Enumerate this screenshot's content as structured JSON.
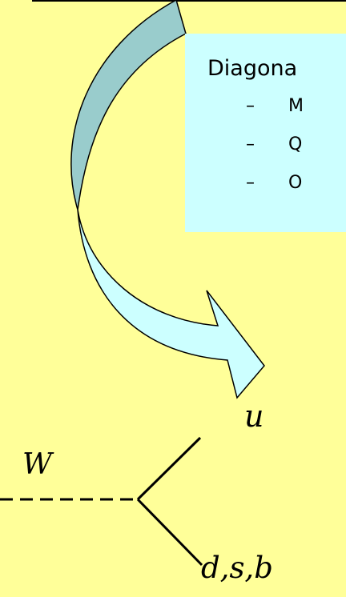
{
  "callout": {
    "title": "Diagona",
    "bullets": [
      {
        "dash": "–",
        "text": "M"
      },
      {
        "dash": "–",
        "text": "Q"
      },
      {
        "dash": "–",
        "text": "O"
      }
    ]
  },
  "diagram": {
    "boson_label": "W",
    "upper_quark_label": "u",
    "lower_quark_label": "d,s,b"
  }
}
